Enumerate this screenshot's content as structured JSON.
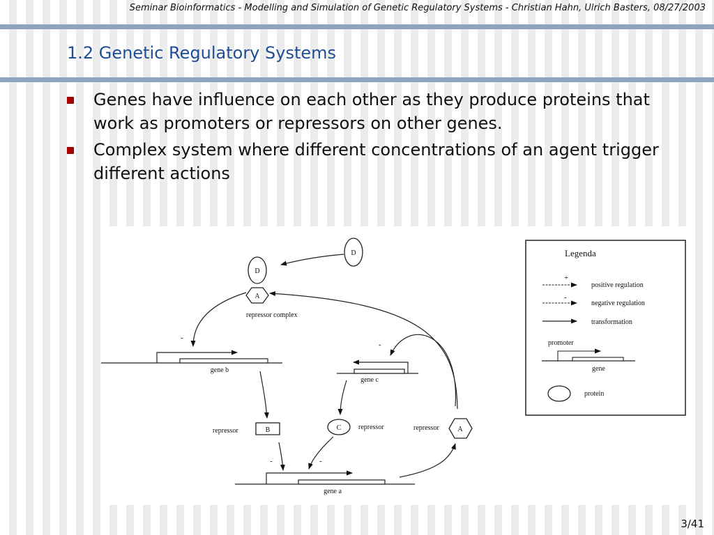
{
  "header": {
    "text": "Seminar Bioinformatics - Modelling and Simulation of Genetic Regulatory Systems - Christian Hahn, Ulrich Basters, 08/27/2003"
  },
  "slide": {
    "title": "1.2 Genetic Regulatory Systems",
    "bullets": [
      "Genes have influence on each other as they produce proteins that work as promoters or repressors on other genes.",
      "Complex system where different concentrations of an agent trigger different actions"
    ],
    "page_number": "3/41"
  },
  "colors": {
    "title": "#1f4e96",
    "bullet_marker": "#a60000",
    "rule": "#8fa5bf"
  },
  "diagram": {
    "protein_d_top": "D",
    "complex_d": "D",
    "complex_a": "A",
    "repressor_complex": "repressor complex",
    "gene_b": "gene b",
    "gene_c": "gene c",
    "gene_a": "gene a",
    "repressor_b_label": "repressor",
    "repressor_b": "B",
    "protein_c": "C",
    "repressor_c_label": "repressor",
    "repressor_a_label": "repressor",
    "protein_a": "A",
    "sign_minus_b": "-",
    "sign_minus_c": "-",
    "sign_minus_a1": "-",
    "sign_minus_a2": "-",
    "legend": {
      "title": "Legenda",
      "plus": "+",
      "minus": "-",
      "positive": "positive regulation",
      "negative": "negative regulation",
      "transformation": "transformation",
      "promoter": "promoter",
      "gene": "gene",
      "protein": "protein"
    }
  }
}
